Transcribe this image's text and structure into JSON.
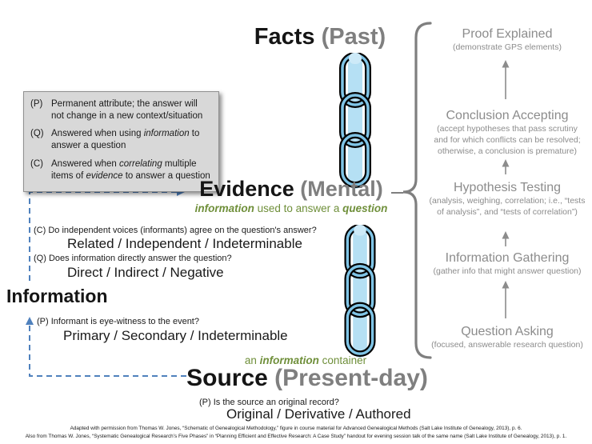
{
  "diagram": {
    "facts": {
      "main": "Facts",
      "paren": " (Past)"
    },
    "evidence": {
      "main": "Evidence",
      "paren": " (Mental)",
      "subtitle": [
        {
          "t": "information",
          "b": true,
          "i": true
        },
        {
          "t": " used to answer a "
        },
        {
          "t": "question",
          "b": true,
          "i": true
        }
      ]
    },
    "information_heading": "Information",
    "source": {
      "main": "Source",
      "paren": " (Present-day)",
      "container_label": [
        {
          "t": "an "
        },
        {
          "t": "information",
          "b": true,
          "i": true
        },
        {
          "t": " container"
        }
      ]
    },
    "legend": {
      "items": [
        {
          "label": "(P)",
          "segments": [
            {
              "t": "Permanent attribute; the answer will not change in a new context/situation"
            }
          ]
        },
        {
          "label": "(Q)",
          "segments": [
            {
              "t": "Answered when using "
            },
            {
              "t": "information",
              "i": true
            },
            {
              "t": " to answer a question"
            }
          ]
        },
        {
          "label": "(C)",
          "segments": [
            {
              "t": "Answered when "
            },
            {
              "t": "correlating",
              "i": true
            },
            {
              "t": " multiple items of "
            },
            {
              "t": "evidence",
              "i": true
            },
            {
              "t": " to answer a question"
            }
          ]
        }
      ]
    },
    "questions": {
      "c": {
        "prompt": "(C) Do independent voices (informants) agree on the question's answer?",
        "options": "Related / Independent / Indeterminable"
      },
      "q": {
        "prompt": "(Q) Does information directly answer the question?",
        "options": "Direct / Indirect / Negative"
      },
      "p": {
        "prompt": "(P) Informant is eye-witness to the event?",
        "options": "Primary / Secondary / Indeterminable"
      },
      "source_p": {
        "prompt": "(P) Is the source an original record?",
        "options": "Original / Derivative / Authored"
      }
    },
    "phases": [
      {
        "title": "Proof Explained",
        "note": "(demonstrate GPS elements)"
      },
      {
        "title": "Conclusion Accepting",
        "note": "(accept hypotheses that pass scrutiny and for which conflicts can be resolved; otherwise, a conclusion is premature)"
      },
      {
        "title": "Hypothesis Testing",
        "note": "(analysis, weighing, correlation; i.e., “tests of analysis”, and “tests of correlation”)"
      },
      {
        "title": "Information Gathering",
        "note": "(gather info that might answer question)"
      },
      {
        "title": "Question Asking",
        "note": "(focused, answerable research question)"
      }
    ],
    "footer": {
      "line1": "Adapted with permission from Thomas W. Jones, “Schematic of Genealogical Methodology,” figure in course material for Advanced Genealogical Methods (Salt Lake Institute of Genealogy, 2013), p. 6.",
      "line2": "Also from Thomas W. Jones, “Systematic Genealogical Research’s Five Phases” in “Planning Efficient and Effective Research: A Case Study” handout for evening session talk of the same name (Salt Lake Institute of Genealogy, 2013), p. 1."
    },
    "colors": {
      "accent_blue": "#4f81bd",
      "accent_green": "#6f8f3a",
      "gray": "#7f7f7f",
      "chain_blue": "#7fc4e6"
    }
  }
}
